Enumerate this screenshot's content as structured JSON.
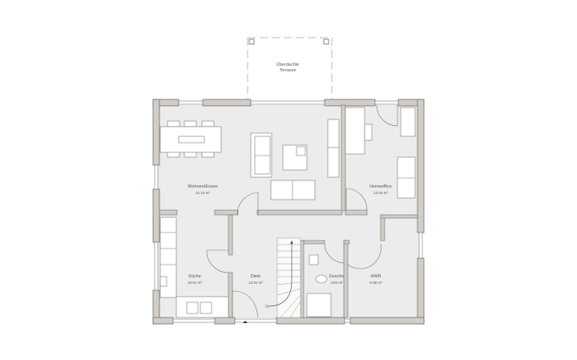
{
  "plan": {
    "colors": {
      "wall_fill": "#d3cdc7",
      "wall_stroke": "#6e6e6e",
      "floor": "#ececec",
      "furniture": "#ffffff",
      "line": "#888888"
    },
    "terrace": {
      "label_line1": "Überdachte",
      "label_line2": "Terrasse"
    },
    "rooms": [
      {
        "name": "Wohnen/Essen",
        "area": "31.15 m²"
      },
      {
        "name": "Homeoffice",
        "area": "12.54 m²"
      },
      {
        "name": "Küche",
        "area": "10.81 m²"
      },
      {
        "name": "Diele",
        "area": "12.91 m²"
      },
      {
        "name": "Dusche",
        "area": "4.50 m²"
      },
      {
        "name": "HWR",
        "area": "9.38 m²"
      }
    ]
  }
}
